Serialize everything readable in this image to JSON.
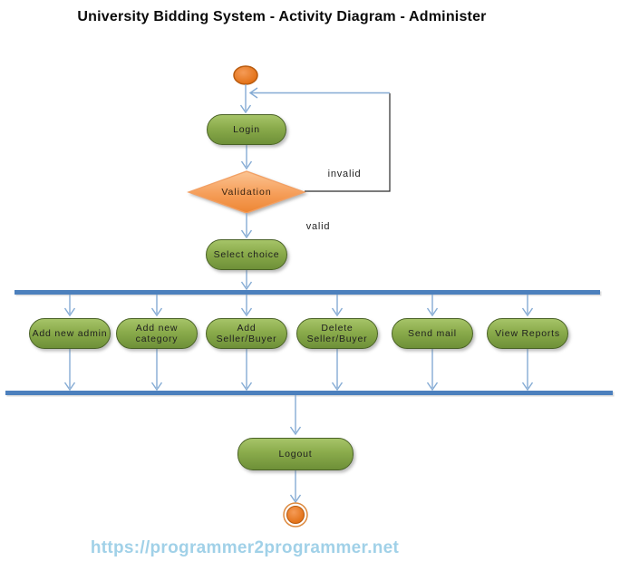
{
  "title": "University Bidding System - Activity Diagram - Administer",
  "diagram": {
    "nodes": {
      "login": {
        "label": "Login"
      },
      "validation": {
        "label": "Validation"
      },
      "select_choice": {
        "label": "Select choice"
      },
      "logout": {
        "label": "Logout"
      }
    },
    "edge_labels": {
      "invalid": "invalid",
      "valid": "valid"
    },
    "branches": [
      {
        "line1": "Add new admin"
      },
      {
        "line1": "Add new",
        "line2": "category"
      },
      {
        "line1": "Add",
        "line2": "Seller/Buyer"
      },
      {
        "line1": "Delete",
        "line2": "Seller/Buyer"
      },
      {
        "line1": "Send mail"
      },
      {
        "line1": "View Reports"
      }
    ],
    "colors": {
      "action_green": "#79973f",
      "action_border_green": "#4a6227",
      "start_end_orange": "#e26b0a",
      "diamond_orange": "#ed8633",
      "fork_join_blue": "#4c80bd",
      "arrow_blue": "#85abd4",
      "loop_line_black": "#2b2b2b",
      "footer_blue": "#a1d1e8"
    }
  },
  "footer": {
    "url": "https://programmer2programmer.net"
  }
}
